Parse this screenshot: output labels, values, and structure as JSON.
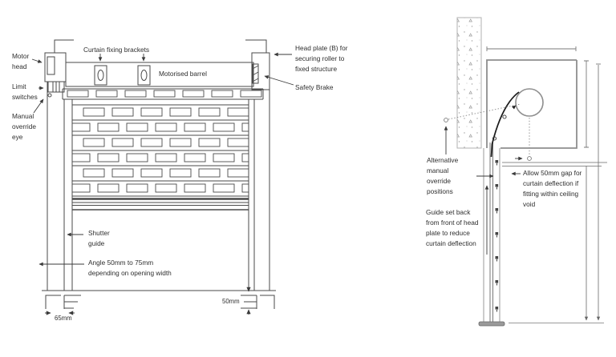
{
  "colors": {
    "ink": "#2e2e2e",
    "line_dark": "#4a4a4a",
    "line_gray": "#8e8e8e",
    "wall_gray": "#b0b0b0"
  },
  "left_diagram": {
    "title": "front elevation of motorised roller shutter",
    "labels": {
      "motor_head": "Motor\nhead",
      "limit_switches": "Limit\nswitches",
      "manual_override_eye": "Manual\noverride\neye",
      "curtain_fixing_brackets": "Curtain fixing brackets",
      "motorised_barrel": "Motorised barrel",
      "head_plate": "Head plate (B) for\nsecuring roller to\nfixed structure",
      "safety_brake": "Safety Brake",
      "shutter_guide": "Shutter\nguide",
      "angle_note": "Angle 50mm to 75mm\ndepending on opening width",
      "dim_left": "65mm",
      "dim_right": "50mm"
    }
  },
  "right_diagram": {
    "title": "side section through head box and guide",
    "labels": {
      "alternative_override": "Alternative\nmanual\noverride\npositions",
      "allow_gap": "Allow 50mm gap for\ncurtain deflection if\nfitting within ceiling\nvoid",
      "guide_setback": "Guide set back\nfrom front of head\nplate to reduce\ncurtain deflection"
    }
  }
}
